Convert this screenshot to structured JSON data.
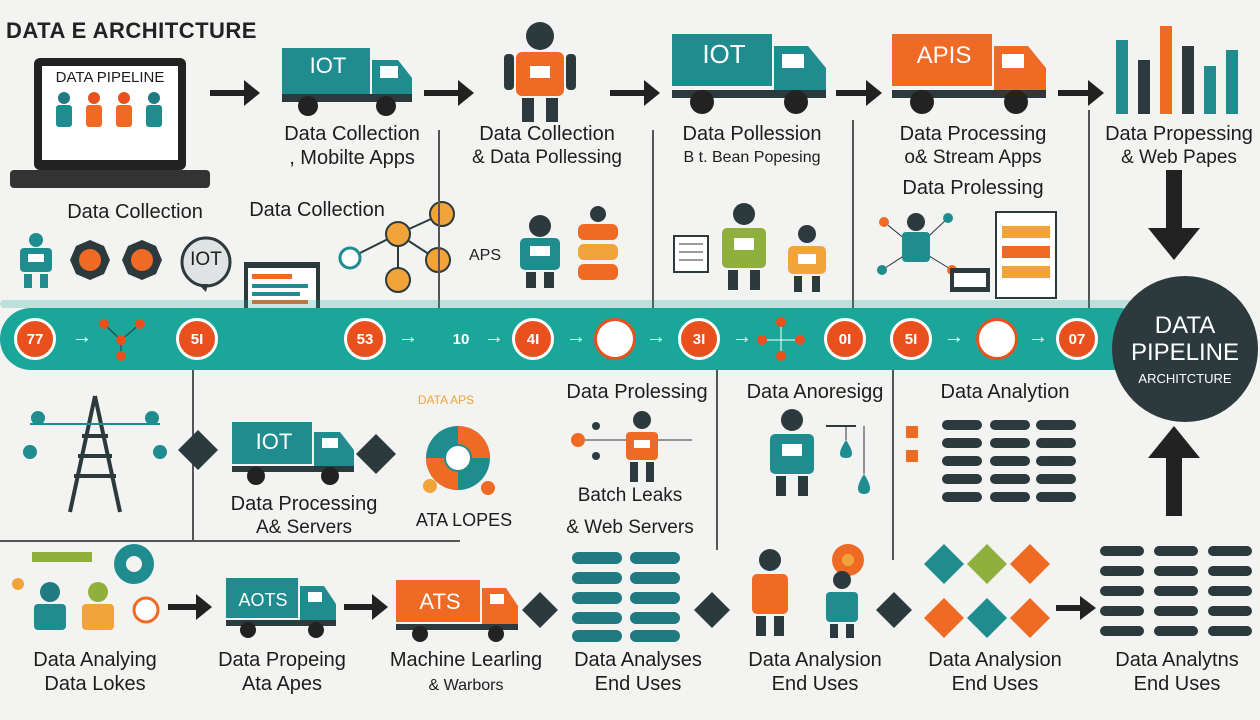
{
  "title": "DATA E ARCHITCTURE",
  "top_row": {
    "laptop_label": "DATA PIPELINE",
    "truck1_label": "IOT",
    "truck2_label": "IOT",
    "truck3_label": "APIS",
    "c1_title": "Data Collection",
    "c1_sub": ", Mobilte Apps",
    "c2_title": "Data Collection",
    "c2_sub": "& Data Pollessing",
    "c3_title": "Data Pollession",
    "c3_sub": "B t. Bean Popesing",
    "c4_title": "Data Processing",
    "c4_sub": "o& Stream Apps",
    "c4_extra": "Data Prolessing",
    "c5_title": "Data Propessing",
    "c5_sub": "& Web Papes"
  },
  "mid_top": {
    "lbl_a": "Data Collection",
    "lbl_b": "Data Collection",
    "iot_bubble": "IOT",
    "aps": "APS"
  },
  "band": {
    "nodes": [
      "77",
      "5I",
      "53",
      "10",
      "4I",
      "3I",
      "0I",
      "5I",
      "07"
    ],
    "circle_l1": "DATA",
    "circle_l2": "PIPELINE",
    "circle_l3": "ARCHITCTURE"
  },
  "mid_bottom": {
    "small_tag": "DATA APS",
    "d1": "Data Prolessing",
    "d2": "Data Anoresigg",
    "d3": "Data Analytion",
    "truck_iot": "IOT",
    "dp_title": "Data Processing",
    "dp_sub": "A& Servers",
    "ata": "ATA LOPES",
    "batch": "Batch Leaks",
    "web": "& Web Servers"
  },
  "bottom_row": {
    "b1_title": "Data Analying",
    "b1_sub": "Data Lokes",
    "b2_title": "Data Propeing",
    "b2_sub": "Ata Apes",
    "b2_truck": "AOTS",
    "b3_title": "Machine Learling",
    "b3_sub": "& Warbors",
    "b3_truck": "ATS",
    "b4_title": "Data Analyses",
    "b4_sub": "End Uses",
    "b5_title": "Data Analysion",
    "b5_sub": "End Uses",
    "b6_title": "Data Analysion",
    "b6_sub": "End Uses",
    "b7_title": "Data Analytns",
    "b7_sub": "End Uses"
  },
  "colors": {
    "teal": "#1aa79a",
    "orange": "#e8501e",
    "dark": "#2c3a3d",
    "truck_teal": "#1f8c90",
    "truck_orange": "#ef6a25"
  }
}
